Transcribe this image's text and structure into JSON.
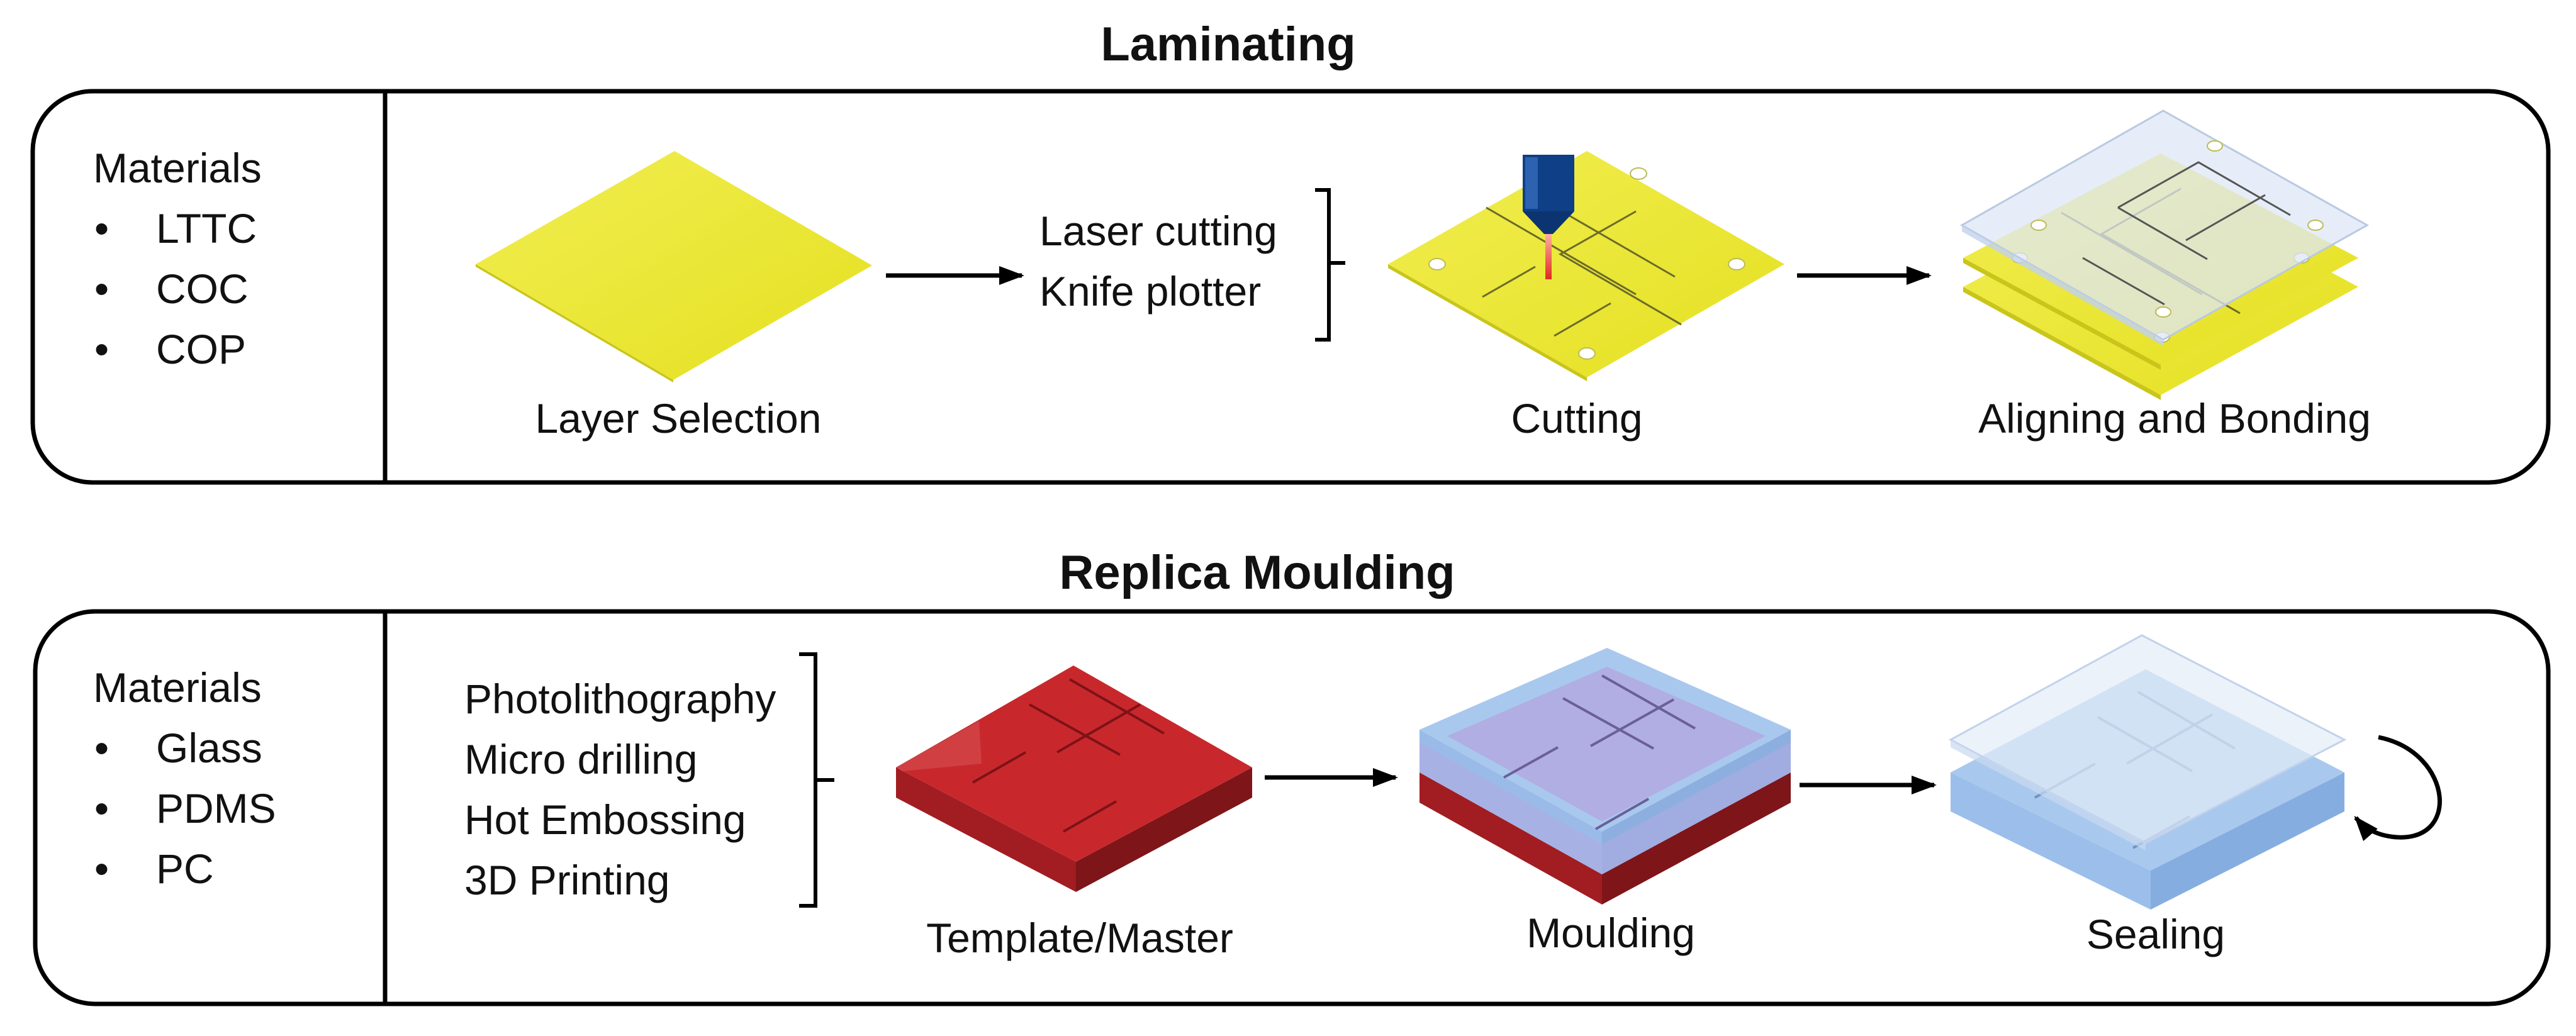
{
  "laminating": {
    "title": "Laminating",
    "materials_heading": "Materials",
    "materials": [
      "LTTC",
      "COC",
      "COP"
    ],
    "methods": [
      "Laser cutting",
      "Knife plotter"
    ],
    "steps": [
      "Layer Selection",
      "Cutting",
      "Aligning and Bonding"
    ]
  },
  "replica": {
    "title": "Replica Moulding",
    "materials_heading": "Materials",
    "materials": [
      "Glass",
      "PDMS",
      "PC"
    ],
    "methods": [
      "Photolithography",
      "Micro drilling",
      "Hot Embossing",
      "3D Printing"
    ],
    "steps": [
      "Template/Master",
      "Moulding",
      "Sealing"
    ]
  },
  "colors": {
    "layer_yellow": "#e8e42a",
    "template_red": "#c8282c",
    "pdms_blue": "#a9c8ee",
    "pdms_purple": "#b3a9e0",
    "laser_blue": "#0f3f86",
    "laser_beam": "#e02a1e"
  }
}
